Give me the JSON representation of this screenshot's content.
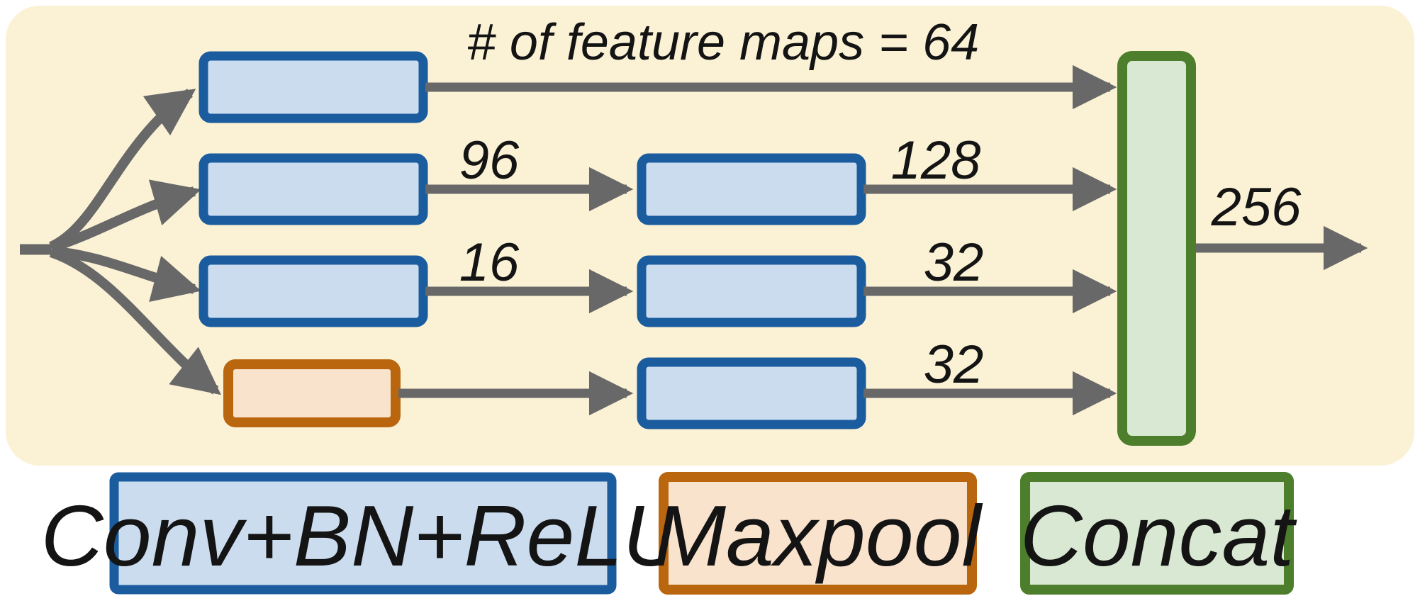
{
  "diagram": {
    "title_label": "# of feature maps = 64",
    "branch_labels": {
      "branch2_mid": "96",
      "branch2_out": "128",
      "branch3_mid": "16",
      "branch3_out": "32",
      "branch4_out": "32",
      "output": "256"
    },
    "legend": {
      "conv": "Conv+BN+ReLU",
      "maxpool": "Maxpool",
      "concat": "Concat"
    }
  },
  "colors": {
    "panel_bg": "#FBF2D6",
    "conv_border": "#1A5C9E",
    "conv_fill": "#CBDCEF",
    "pool_border": "#BA660F",
    "pool_fill": "#FAE3CD",
    "concat_border": "#4C7E2B",
    "concat_fill": "#D9E8D2",
    "arrow_gray": "#686868",
    "text_color": "#141414"
  }
}
